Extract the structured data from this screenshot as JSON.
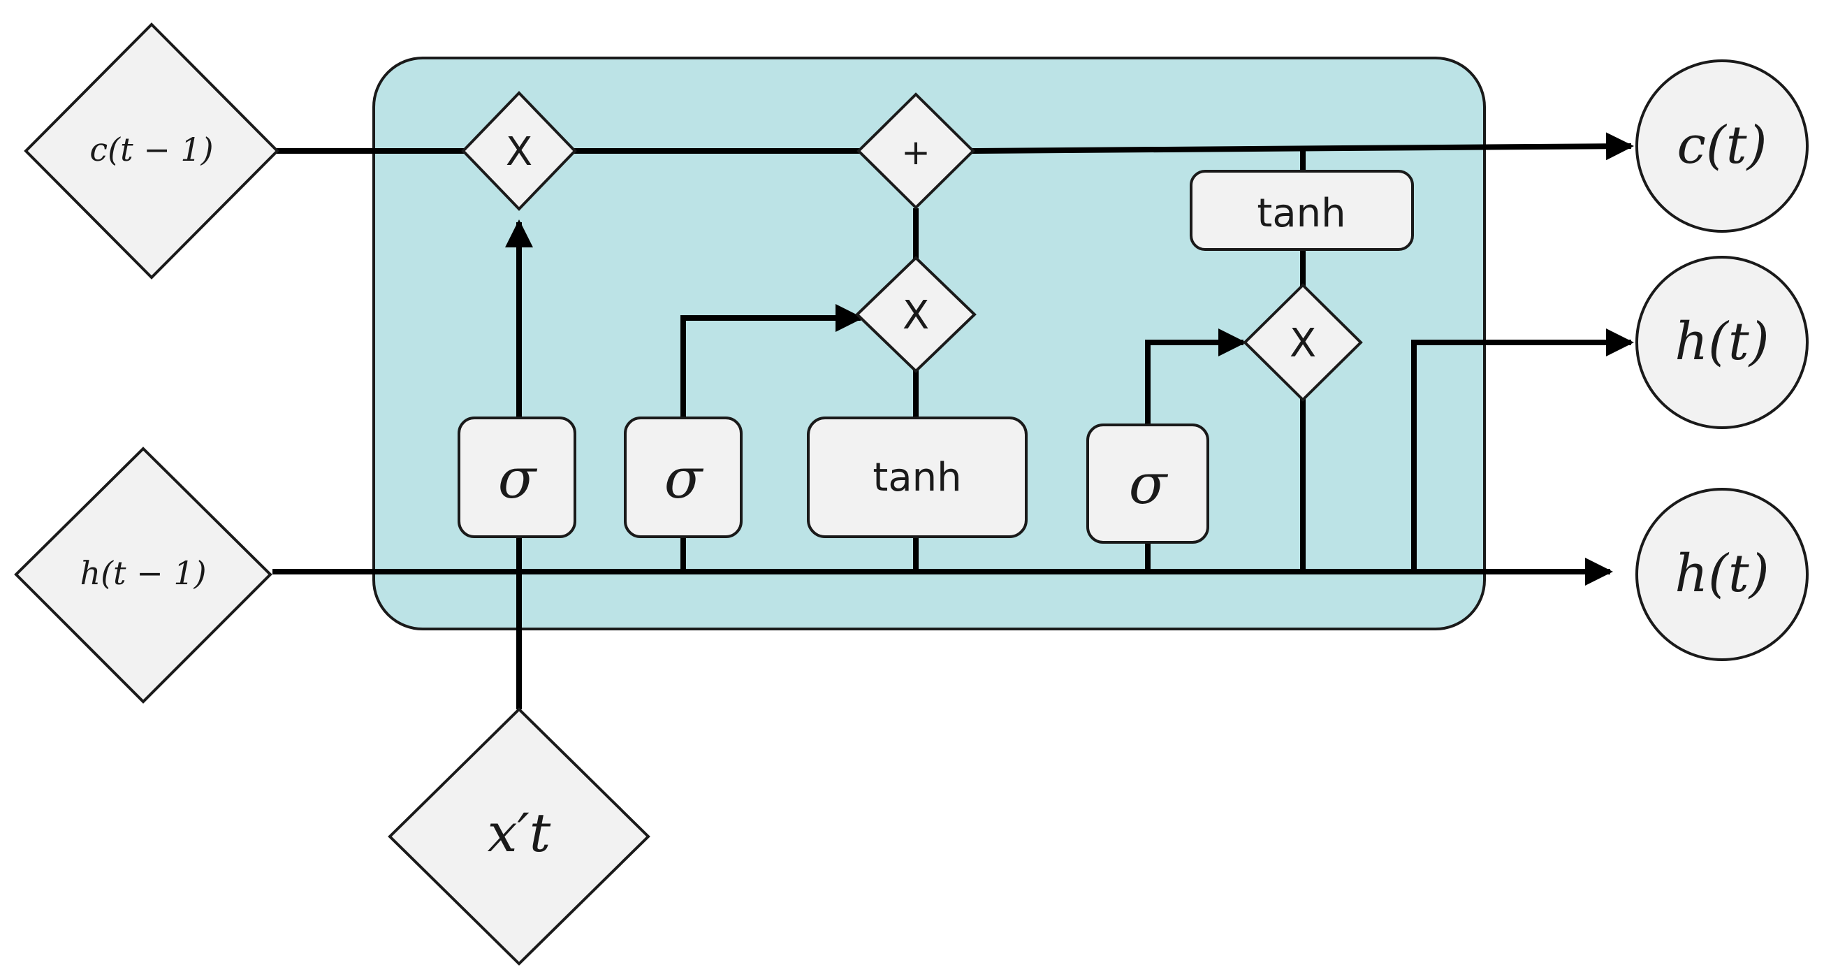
{
  "inputs": {
    "c_prev": "c(t − 1)",
    "h_prev": "h(t − 1)",
    "x_t": "x′t"
  },
  "outputs": {
    "c_t": "c(t)",
    "h_t_upper": "h(t)",
    "h_t_lower": "h(t)"
  },
  "operators": {
    "forget_multiply": "X",
    "add": "+",
    "input_multiply": "X",
    "output_multiply": "X"
  },
  "gates": {
    "forget_sigma": "σ",
    "input_sigma": "σ",
    "candidate_tanh": "tanh",
    "output_sigma": "σ",
    "cell_tanh": "tanh"
  },
  "colors": {
    "cell_background": "#bce3e6",
    "node_fill": "#f2f2f2",
    "line": "#000000"
  }
}
